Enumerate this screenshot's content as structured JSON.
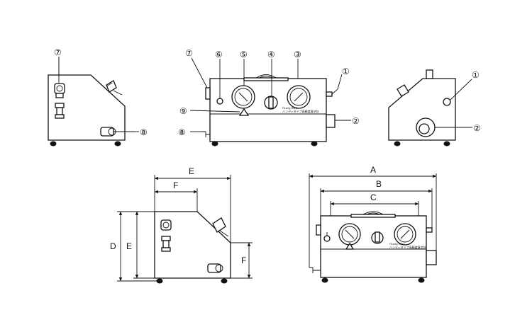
{
  "callouts": {
    "c1": "①",
    "c2": "②",
    "c3": "③",
    "c4": "④",
    "c5": "⑤",
    "c6": "⑥",
    "c7": "⑦",
    "c8": "⑧",
    "c9": "⑨"
  },
  "dimensions": {
    "A": "A",
    "B": "B",
    "C": "C",
    "D": "D",
    "E": "E",
    "F": "F"
  },
  "panel_text": {
    "line1": "Fluxey BSO",
    "line2": "ハンディタイプ高精度真空計"
  }
}
